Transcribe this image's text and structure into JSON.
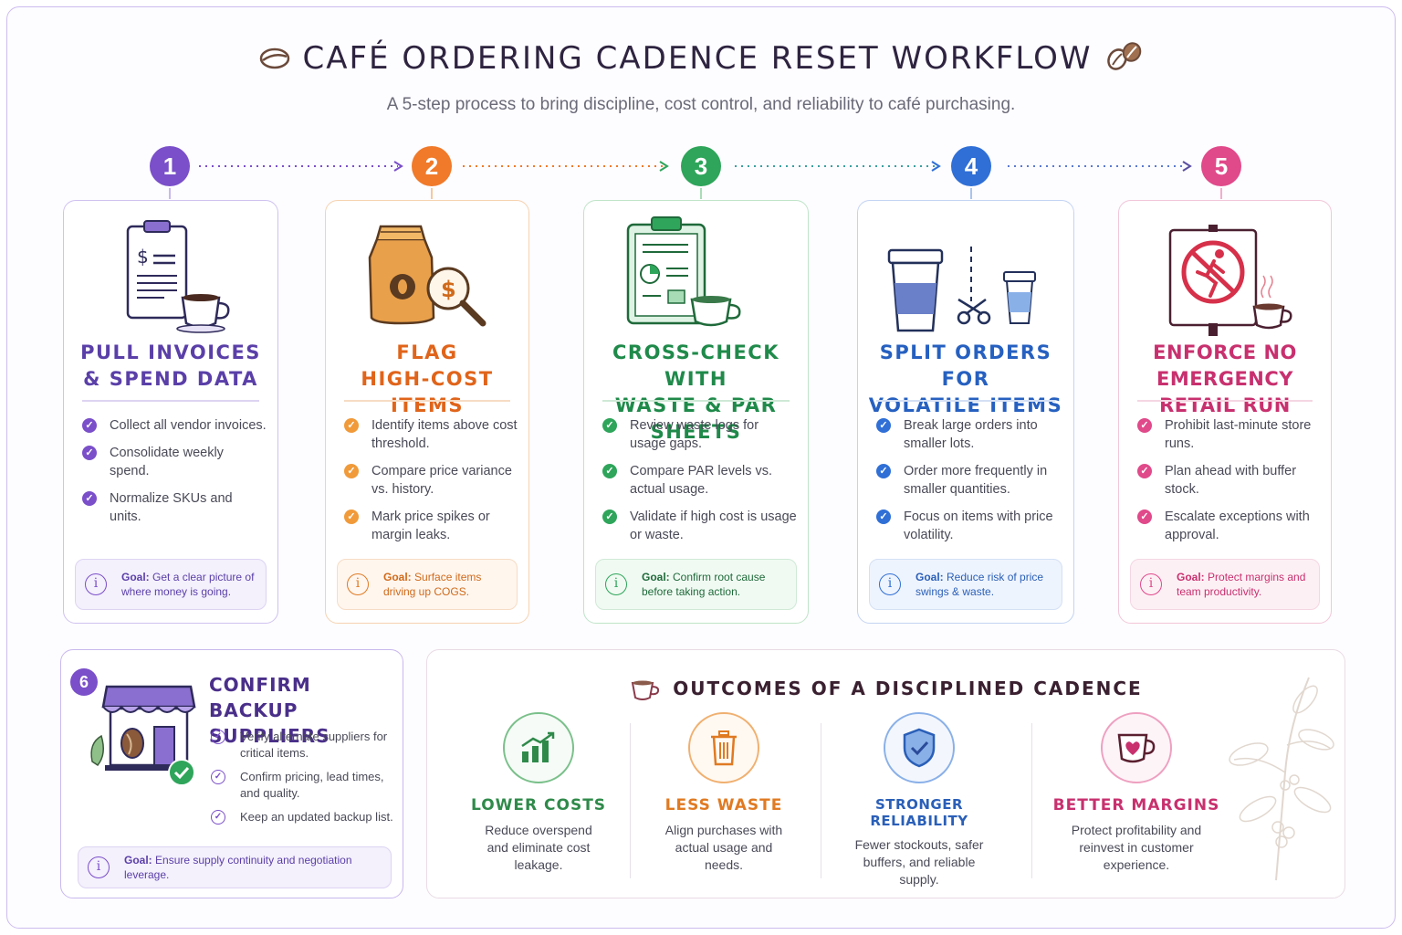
{
  "header": {
    "title": "CAFÉ ORDERING CADENCE RESET WORKFLOW",
    "subtitle": "A 5-step process to bring discipline, cost control, and reliability to café purchasing."
  },
  "colors": {
    "step1": "#7a4fc9",
    "step2": "#f07a2a",
    "step3": "#2ea55a",
    "step4": "#2f6fd6",
    "step5": "#e0498a"
  },
  "steps": [
    {
      "number": "1",
      "title_line1": "PULL INVOICES",
      "title_line2": "& SPEND DATA",
      "icon": "invoice-clipboard-icon",
      "bullets": [
        "Collect all vendor invoices.",
        "Consolidate weekly spend.",
        "Normalize SKUs and units."
      ],
      "goal_label": "Goal:",
      "goal_text": "Get a clear picture of where money is going."
    },
    {
      "number": "2",
      "title_line1": "FLAG",
      "title_line2": "HIGH-COST ITEMS",
      "icon": "coffee-bag-magnifier-icon",
      "bullets": [
        "Identify items above cost threshold.",
        "Compare price variance vs. history.",
        "Mark price spikes or margin leaks."
      ],
      "goal_label": "Goal:",
      "goal_text": "Surface items driving up COGS."
    },
    {
      "number": "3",
      "title_line1": "CROSS-CHECK WITH",
      "title_line2": "WASTE & PAR SHEETS",
      "icon": "checklist-clipboard-icon",
      "bullets": [
        "Review waste logs for usage gaps.",
        "Compare PAR levels vs. actual usage.",
        "Validate if high cost is usage or waste."
      ],
      "goal_label": "Goal:",
      "goal_text": "Confirm root cause before taking action."
    },
    {
      "number": "4",
      "title_line1": "SPLIT ORDERS FOR",
      "title_line2": "VOLATILE ITEMS",
      "icon": "split-cups-scissors-icon",
      "bullets": [
        "Break large orders into smaller lots.",
        "Order more frequently in smaller quantities.",
        "Focus on items with price volatility."
      ],
      "goal_label": "Goal:",
      "goal_text": "Reduce risk of price swings & waste."
    },
    {
      "number": "5",
      "title_line1": "ENFORCE NO",
      "title_line2": "EMERGENCY RETAIL RUN",
      "icon": "no-running-sign-icon",
      "bullets": [
        "Prohibit last-minute store runs.",
        "Plan ahead with buffer stock.",
        "Escalate exceptions with approval."
      ],
      "goal_label": "Goal:",
      "goal_text": "Protect margins and team productivity."
    }
  ],
  "step6": {
    "number": "6",
    "title_line1": "CONFIRM BACKUP",
    "title_line2": "SUPPLIERS",
    "icon": "storefront-icon",
    "bullets": [
      "Verify alternate suppliers for critical items.",
      "Confirm pricing, lead times, and quality.",
      "Keep an updated backup list."
    ],
    "goal_label": "Goal:",
    "goal_text": "Ensure supply continuity and negotiation leverage."
  },
  "outcomes": {
    "heading": "OUTCOMES OF A DISCIPLINED CADENCE",
    "items": [
      {
        "title": "LOWER COSTS",
        "text": "Reduce overspend and eliminate cost leakage.",
        "icon": "growth-chart-icon",
        "color": "#2f8a4a"
      },
      {
        "title": "LESS WASTE",
        "text": "Align purchases with actual usage and needs.",
        "icon": "trash-bin-icon",
        "color": "#e07a22"
      },
      {
        "title": "STRONGER RELIABILITY",
        "text": "Fewer stockouts, safer buffers, and reliable supply.",
        "icon": "shield-check-icon",
        "color": "#2a5fb8"
      },
      {
        "title": "BETTER MARGINS",
        "text": "Protect profitability and reinvest in customer experience.",
        "icon": "heart-cup-icon",
        "color": "#c8306e"
      }
    ]
  }
}
